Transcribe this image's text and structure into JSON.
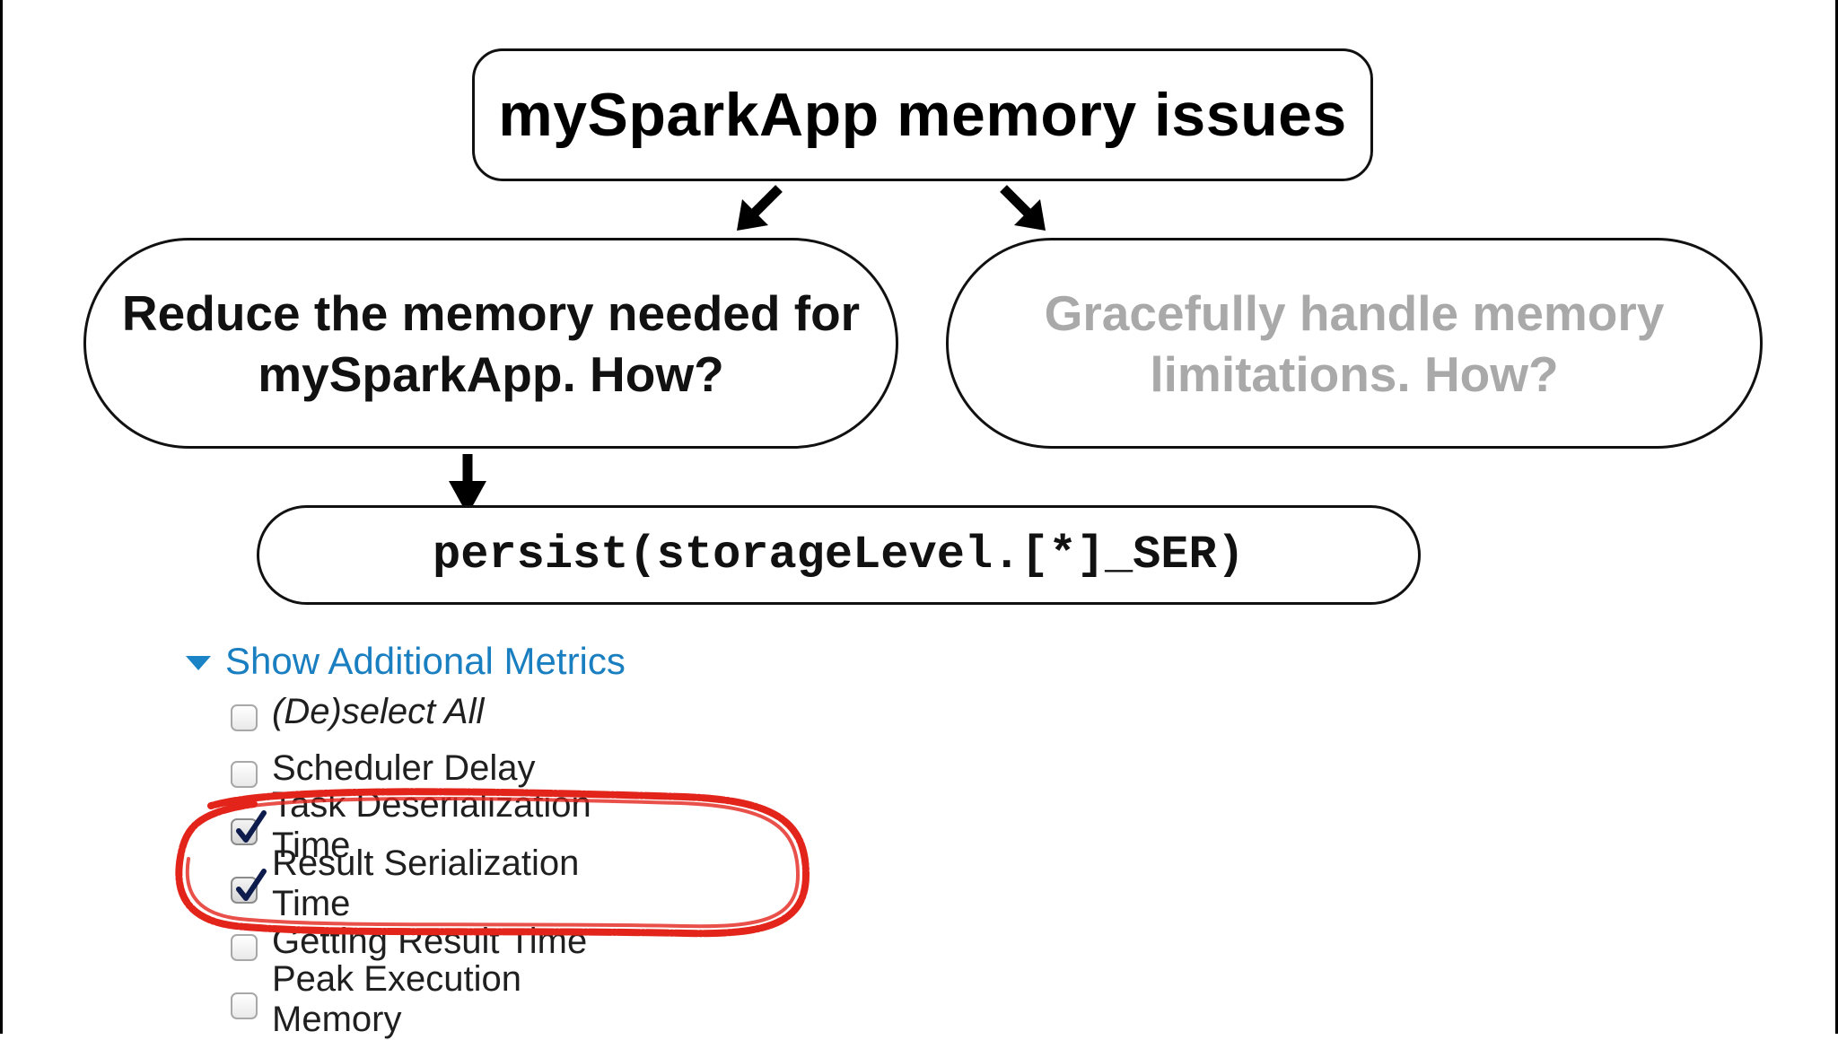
{
  "title": "mySparkApp memory issues",
  "left_branch": "Reduce the memory needed for\nmySparkApp. How?",
  "right_branch": "Gracefully handle memory\nlimitations. How?",
  "code": "persist(storageLevel.[*]_SER)",
  "colors": {
    "text_dark": "#111111",
    "text_muted": "#a9a9a9",
    "link_blue": "#1a7fc1",
    "highlight_red": "#e3241b"
  },
  "metrics": {
    "toggle_label": "Show Additional Metrics",
    "items": [
      {
        "label": "(De)select All",
        "checked": false,
        "italic": true
      },
      {
        "label": "Scheduler Delay",
        "checked": false,
        "italic": false
      },
      {
        "label": "Task Deserialization Time",
        "checked": true,
        "italic": false
      },
      {
        "label": "Result Serialization Time",
        "checked": true,
        "italic": false
      },
      {
        "label": "Getting Result Time",
        "checked": false,
        "italic": false
      },
      {
        "label": "Peak Execution Memory",
        "checked": false,
        "italic": false
      }
    ]
  }
}
